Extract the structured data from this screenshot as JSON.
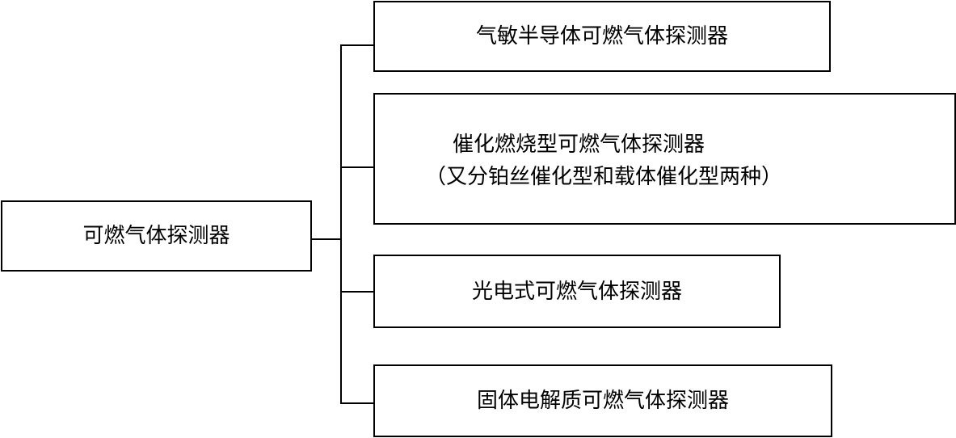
{
  "root": {
    "label": "可燃气体探测器"
  },
  "branches": [
    {
      "lines": [
        "气敏半导体可燃气体探测器"
      ]
    },
    {
      "lines": [
        "催化燃烧型可燃气体探测器",
        "（又分铂丝催化型和载体催化型两种）"
      ]
    },
    {
      "lines": [
        "光电式可燃气体探测器"
      ]
    },
    {
      "lines": [
        "固体电解质可燃气体探测器"
      ]
    }
  ]
}
